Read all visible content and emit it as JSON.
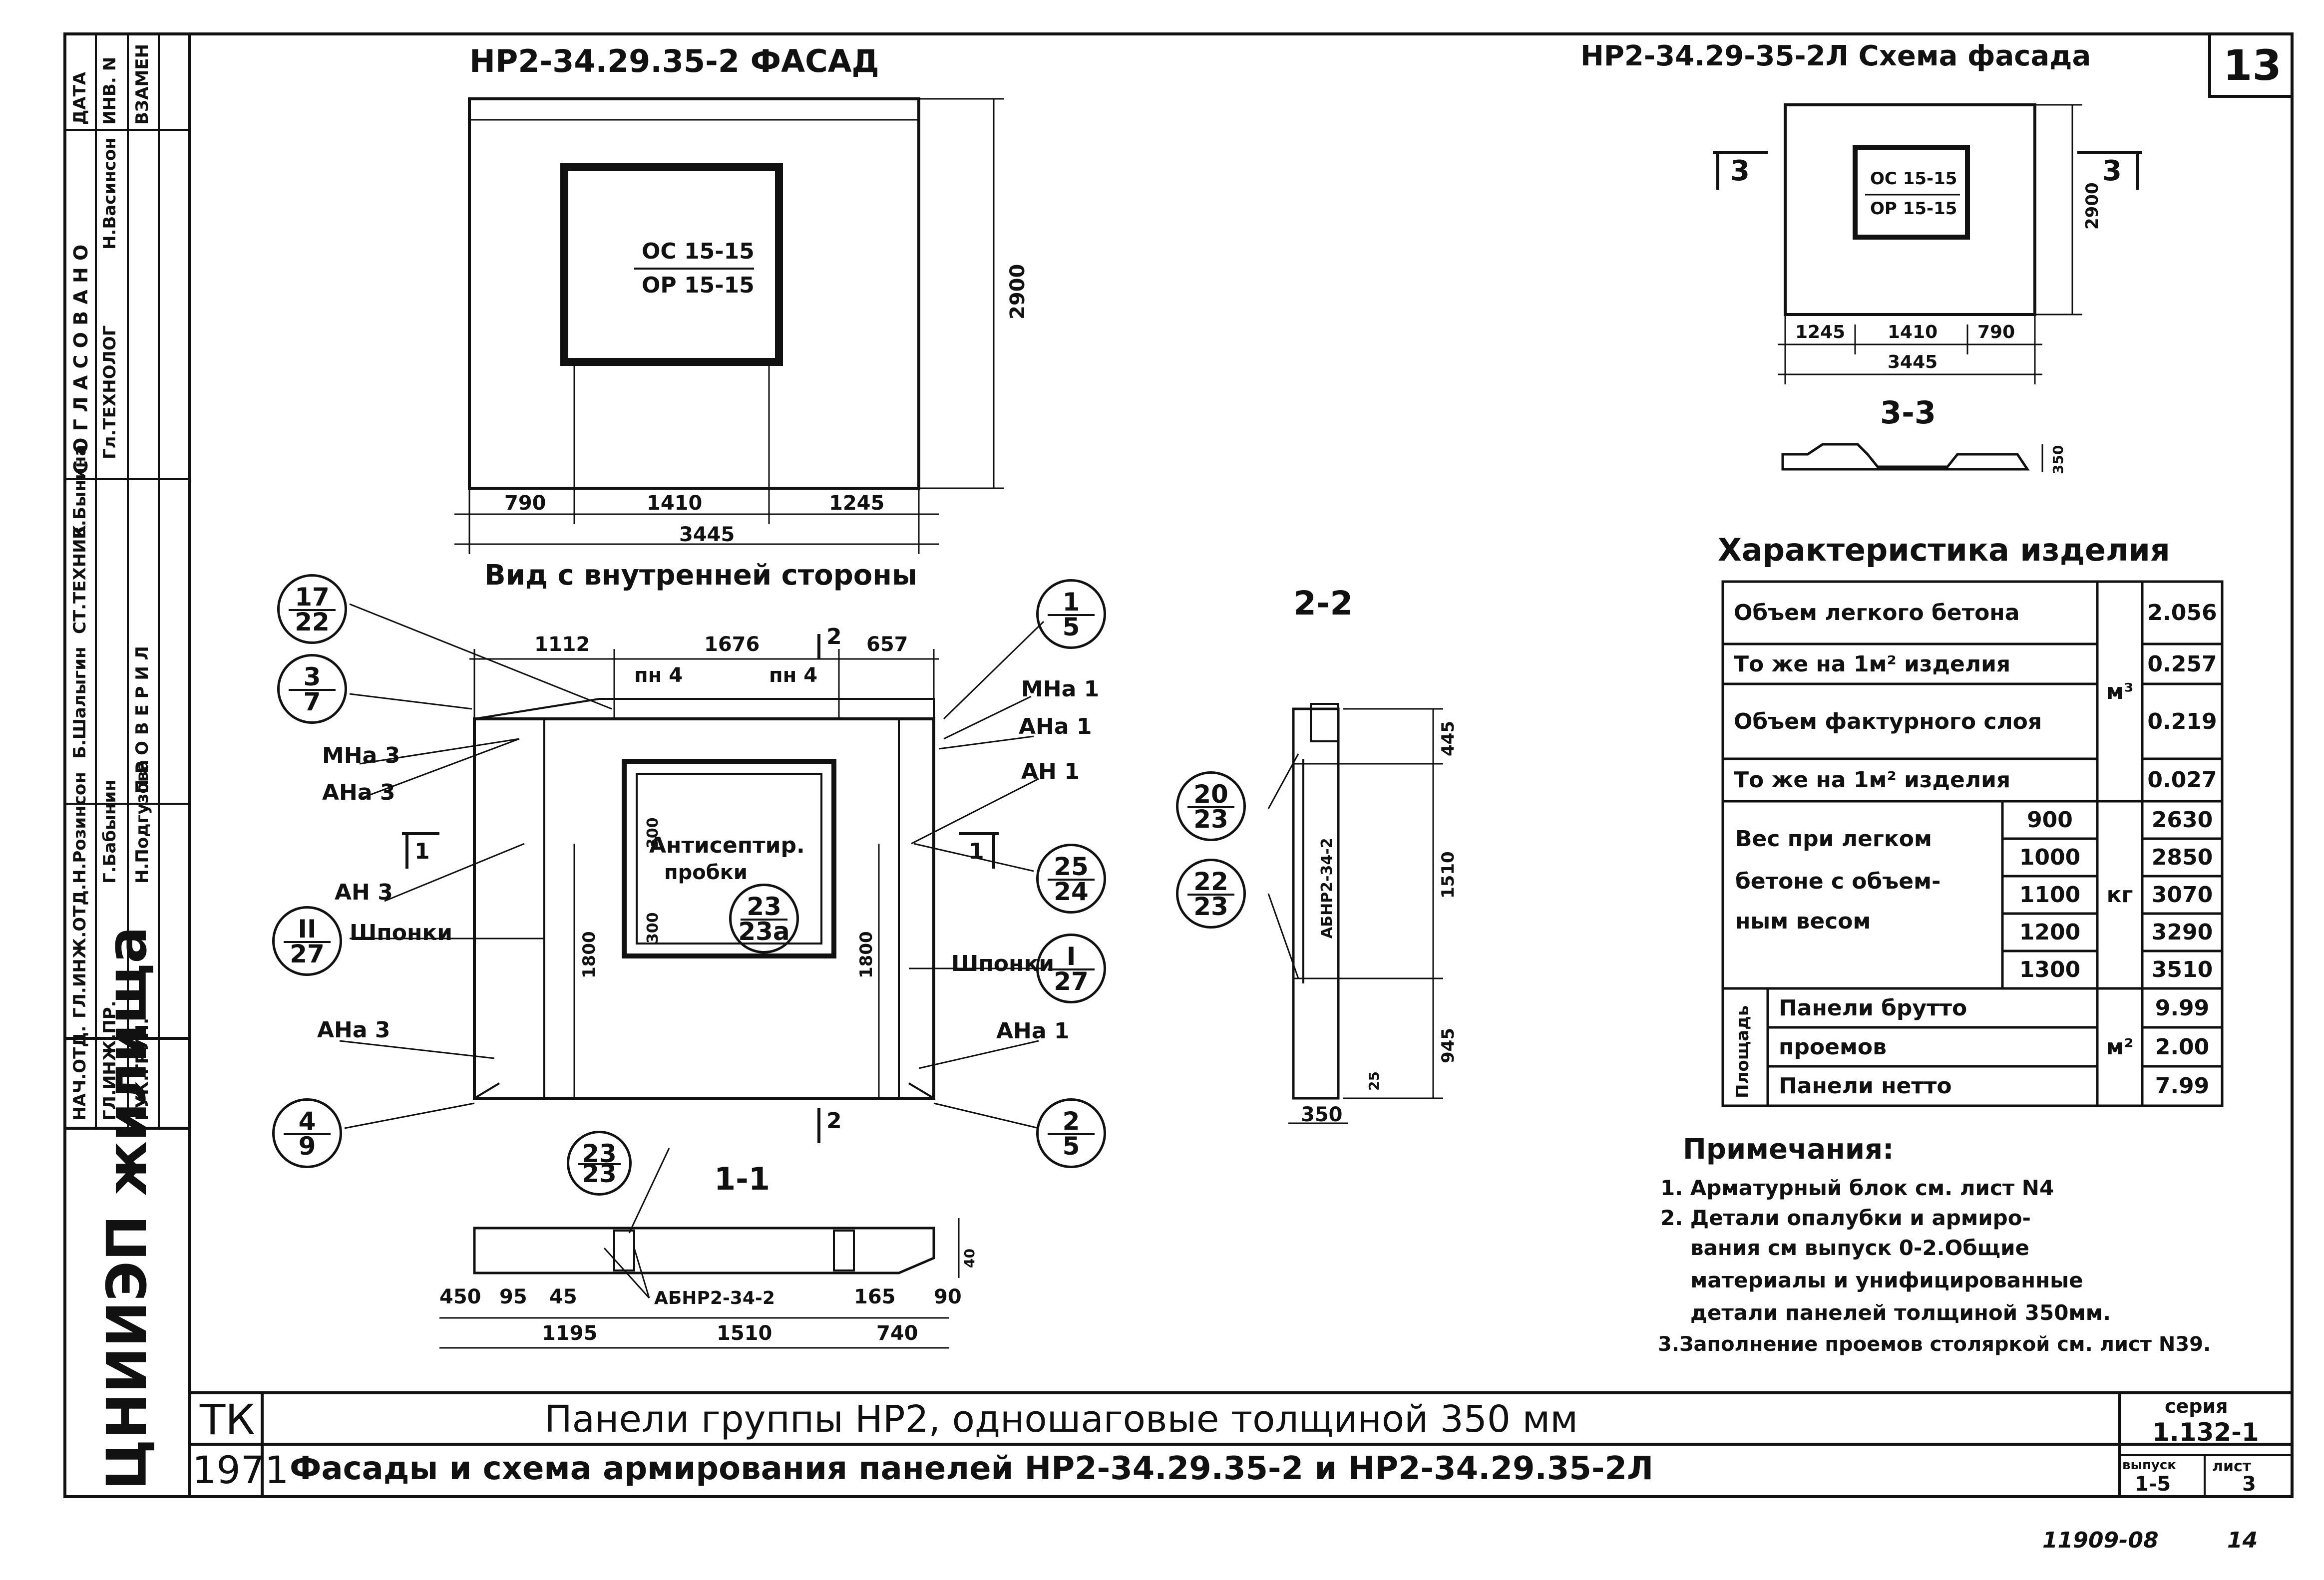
{
  "sheet_number": "13",
  "facade": {
    "title": "НР2-34.29.35-2 ФАСАД",
    "window_top": "ОС 15-15",
    "window_bottom": "ОР 15-15",
    "height": "2900",
    "dims": [
      "790",
      "1410",
      "1245"
    ],
    "total": "3445",
    "caption": "Вид с внутренней стороны"
  },
  "scheme": {
    "title": "НР2-34.29-35-2Л Схема фасада",
    "window_top": "ОС 15-15",
    "window_bottom": "ОР 15-15",
    "height": "2900",
    "dims": [
      "1245",
      "1410",
      "790"
    ],
    "total": "3445",
    "cut_label": "3",
    "section_title": "3-3",
    "section_dim": "350"
  },
  "inner": {
    "top_dims": [
      "1112",
      "1676",
      "657"
    ],
    "cut": "2",
    "cut_side": "1",
    "left_labels": [
      "МНа 3",
      "АНа 3",
      "АН 3",
      "Шпонки",
      "АНа 3"
    ],
    "right_labels": [
      "МНа 1",
      "АНа 1",
      "АН 1",
      "Шпонки",
      "АНа 1"
    ],
    "pn_labels": [
      "пн 4",
      "пн 4"
    ],
    "center_text_1": "Антисептир.",
    "center_text_2": "пробки",
    "inner_dim": "300",
    "height_dims": [
      "1800",
      "1800"
    ],
    "circles": [
      {
        "a": "17",
        "b": "22"
      },
      {
        "a": "3",
        "b": "7"
      },
      {
        "a": "II",
        "b": "27"
      },
      {
        "a": "4",
        "b": "9"
      },
      {
        "a": "1",
        "b": "5"
      },
      {
        "a": "25",
        "b": "24"
      },
      {
        "a": "I",
        "b": "27"
      },
      {
        "a": "2",
        "b": "5"
      },
      {
        "a": "23",
        "b": "23а"
      }
    ]
  },
  "section11": {
    "title": "1-1",
    "circle": {
      "a": "23",
      "b": "23"
    },
    "label": "АБНР2-34-2",
    "dims_small": [
      "450",
      "95",
      "45",
      "165",
      "90"
    ],
    "dims_big": [
      "1195",
      "1510",
      "740"
    ],
    "right_dim": "40"
  },
  "section22": {
    "title": "2-2",
    "label": "АБНР2-34-2",
    "dims": [
      "445",
      "1510",
      "945",
      "25"
    ],
    "bottom": "350",
    "circles": [
      {
        "a": "20",
        "b": "23"
      },
      {
        "a": "22",
        "b": "23"
      }
    ]
  },
  "characteristics": {
    "title": "Характеристика изделия",
    "rows": [
      {
        "label": "Объем легкого бетона",
        "value": "2.056"
      },
      {
        "label": "То же на 1м² изделия",
        "value": "0.257"
      },
      {
        "label": "Объем фактурного слоя",
        "value": "0.219"
      },
      {
        "label": "То же на 1м² изделия",
        "value": "0.027"
      }
    ],
    "unit_volume": "м³",
    "weight_label": [
      "Вес при легком",
      "бетоне с объем-",
      "ным весом"
    ],
    "weight_unit": "кг",
    "weights": [
      {
        "density": "900",
        "value": "2630"
      },
      {
        "density": "1000",
        "value": "2850"
      },
      {
        "density": "1100",
        "value": "3070"
      },
      {
        "density": "1200",
        "value": "3290"
      },
      {
        "density": "1300",
        "value": "3510"
      }
    ],
    "area_label": "Площадь",
    "area_unit": "м²",
    "areas": [
      {
        "label": "Панели брутто",
        "value": "9.99"
      },
      {
        "label": "проемов",
        "value": "2.00"
      },
      {
        "label": "Панели нетто",
        "value": "7.99"
      }
    ]
  },
  "notes": {
    "title": "Примечания:",
    "lines": [
      "1. Арматурный блок см. лист N4",
      "2. Детали опалубки и армиро-",
      "вания см выпуск 0-2.Общие",
      "материалы и унифицированные",
      "детали панелей толщиной 350мм.",
      "3.Заполнение проемов столяркой см. лист N39."
    ]
  },
  "titleblock": {
    "code": "ТК",
    "year": "1971",
    "line1": "Панели группы НР2, одношаговые толщиной 350 мм",
    "line2": "Фасады и схема армирования панелей НР2-34.29.35-2 и НР2-34.29.35-2Л",
    "series_label": "серия",
    "series": "1.132-1",
    "issue_label": "выпуск",
    "issue": "1-5",
    "sheet_label": "лист",
    "sheet": "3"
  },
  "org": "ЦНИИЭП жилища",
  "stamp_rows": [
    [
      "НАЧ.ОТД.",
      "ГЛ.ИНЖ.ОТД.",
      "ГЛ.ИНЖ.ПР.",
      "РУК.ГРУП."
    ],
    [
      "Н.Розинсон",
      "Г.Бабынин",
      "Н.Подгузова"
    ],
    [
      "Б.Шалыгин",
      "СТ.ТЕХНИК",
      "В.Бынина"
    ],
    [
      "Гл.ТЕХНОЛОГ",
      "Н.Васинсон"
    ],
    [
      "П Р О В Е Р И Л",
      "С О Г Л А С О В А Н О"
    ],
    [
      "ДАТА",
      "ИНВ. N",
      "ВЗАМЕН"
    ]
  ],
  "stamp_num": "11909-08",
  "stamp_page": "14"
}
